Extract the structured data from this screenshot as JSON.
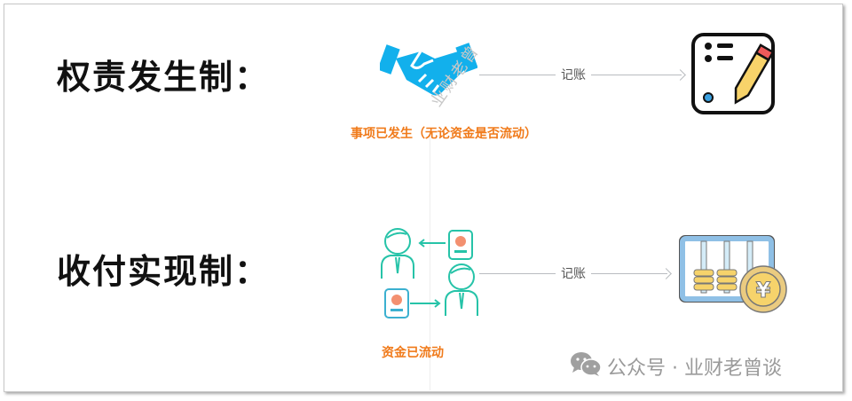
{
  "rows": [
    {
      "title": "权责发生制：",
      "caption": "事项已发生（无论资金是否流动）",
      "arrow_label": "记账",
      "left_icon": "handshake-icon",
      "right_icon": "ledger-pencil-icon"
    },
    {
      "title": "收付实现制：",
      "caption": "资金已流动",
      "arrow_label": "记账",
      "left_icon": "money-exchange-people-icon",
      "right_icon": "abacus-yuan-icon"
    }
  ],
  "watermark": "业财老曾",
  "footer": {
    "icon": "wechat-icon",
    "text": "公众号 · 业财老曾谈"
  },
  "colors": {
    "caption": "#f07a1a",
    "handshake": "#12b0ec",
    "people": "#26c3a8",
    "arrow": "#b9bcc0"
  }
}
